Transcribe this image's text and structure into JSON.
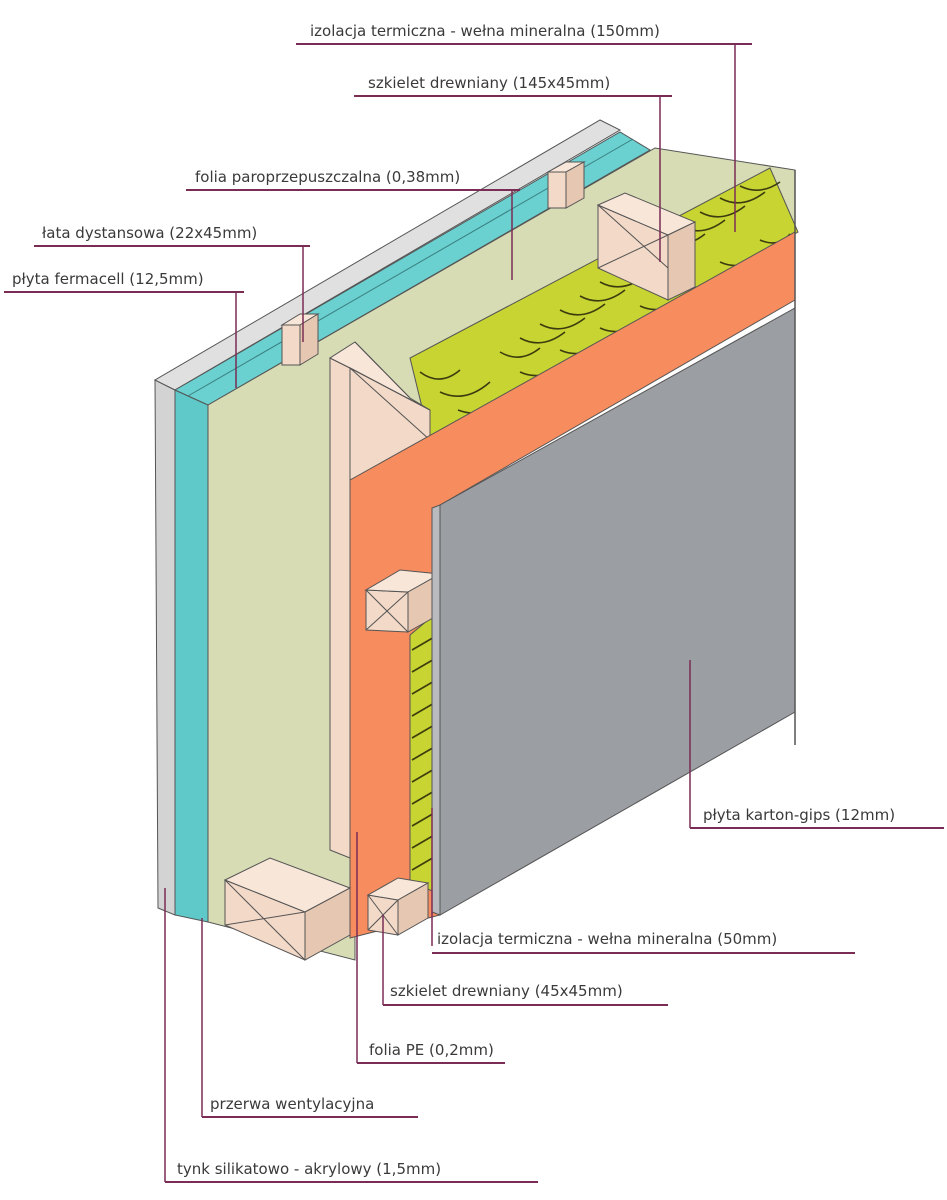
{
  "labels": {
    "top_insulation": "izolacja termiczna - wełna mineralna (150mm)",
    "top_frame": "szkielet drewniany (145x45mm)",
    "vapor_membrane": "folia paroprzepuszczalna (0,38mm)",
    "spacer_batten": "łata dystansowa (22x45mm)",
    "fermacell_board": "płyta fermacell (12,5mm)",
    "plasterboard": "płyta karton-gips (12mm)",
    "bottom_insulation": "izolacja termiczna - wełna mineralna (50mm)",
    "bottom_frame": "szkielet drewniany (45x45mm)",
    "pe_foil": "folia PE (0,2mm)",
    "ventilation_gap": "przerwa wentylacyjna",
    "plaster": "tynk silikatowo - akrylowy (1,5mm)"
  },
  "colors": {
    "plaster": "#d3d3d3",
    "fermacell": "#5fc8c8",
    "membrane": "#d7dcb4",
    "wood": "#f3d9c7",
    "wool": "#c8d431",
    "pe_foil": "#f78c5e",
    "plasterboard": "#9b9ea3",
    "leader": "#7a2c55"
  }
}
